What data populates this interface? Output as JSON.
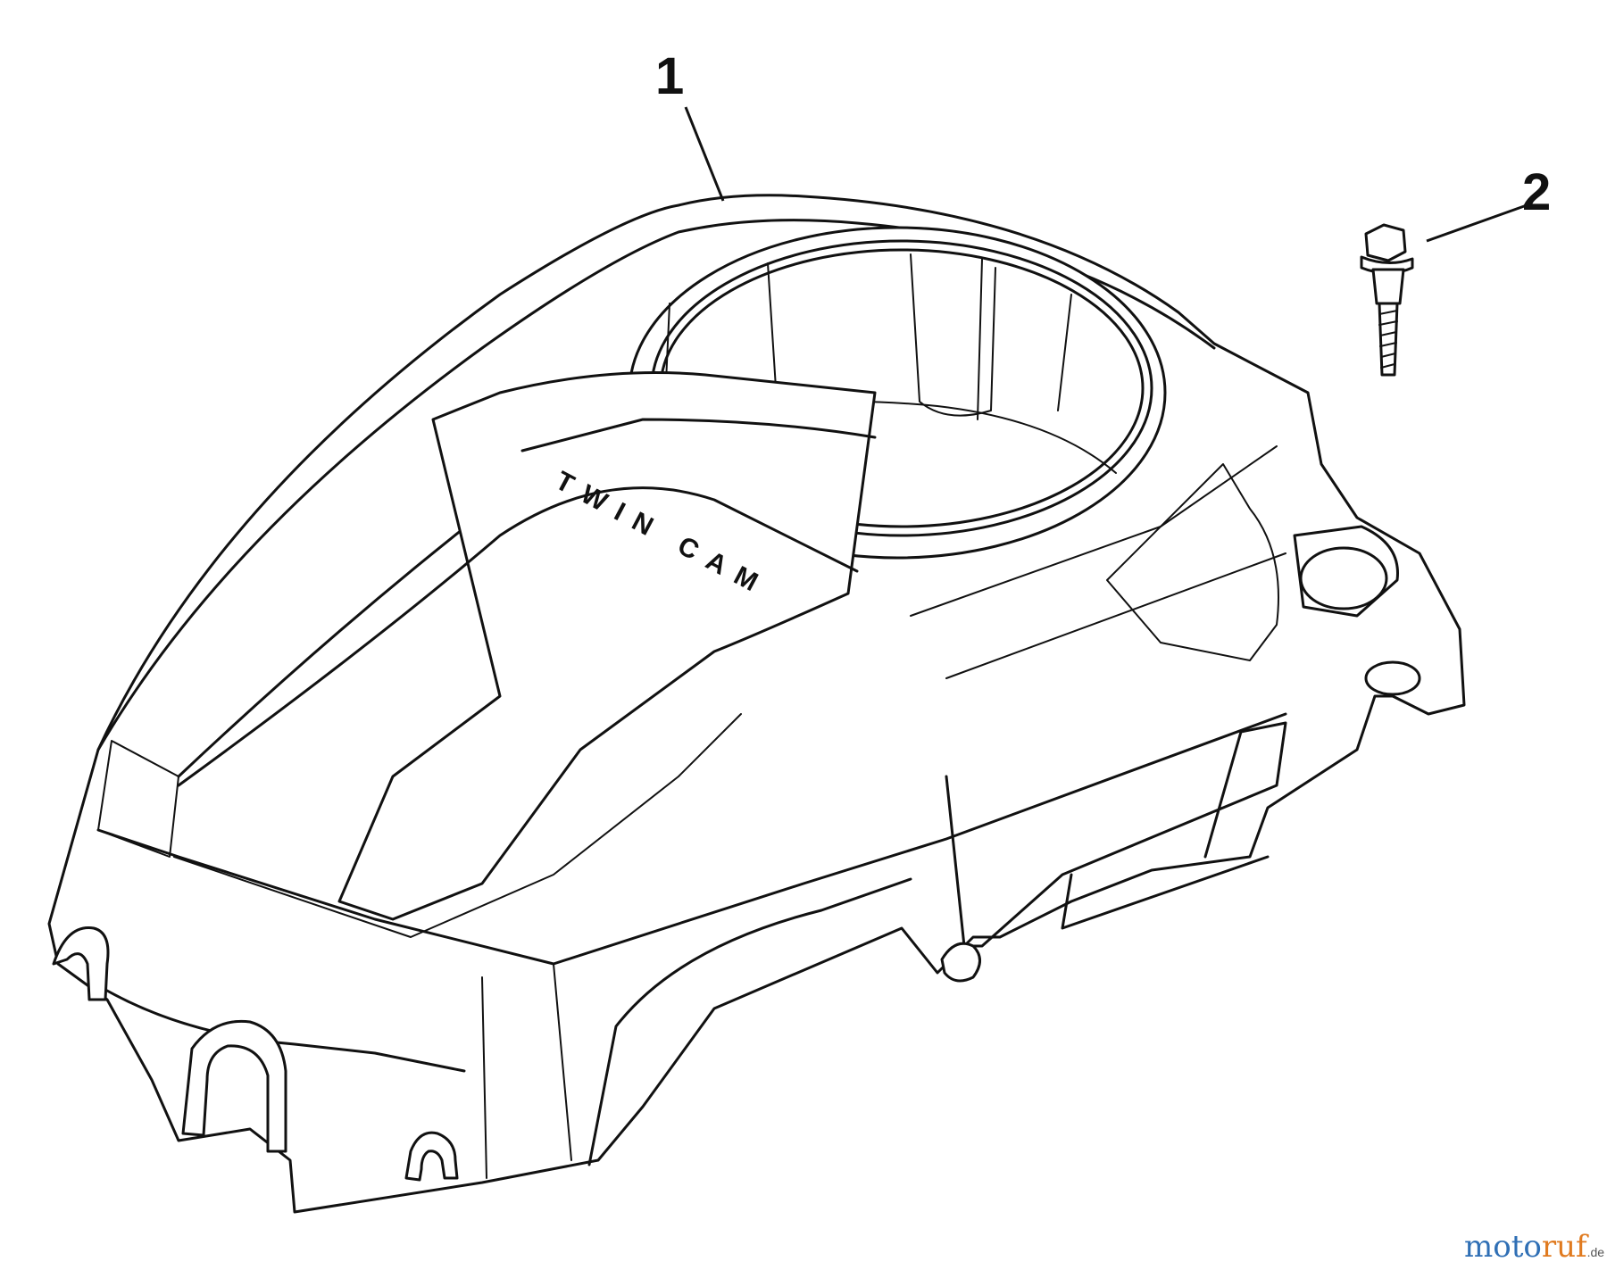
{
  "diagram": {
    "callouts": [
      {
        "id": "1",
        "label": "1"
      },
      {
        "id": "2",
        "label": "2"
      }
    ],
    "embossed_text": "TWIN CAM",
    "watermark": {
      "part1": "moto",
      "part2": "ruf",
      "suffix": ".de"
    }
  },
  "colors": {
    "line": "#111111",
    "background": "#ffffff",
    "watermark_blue": "#2f6fb5",
    "watermark_orange": "#e07a1f"
  }
}
